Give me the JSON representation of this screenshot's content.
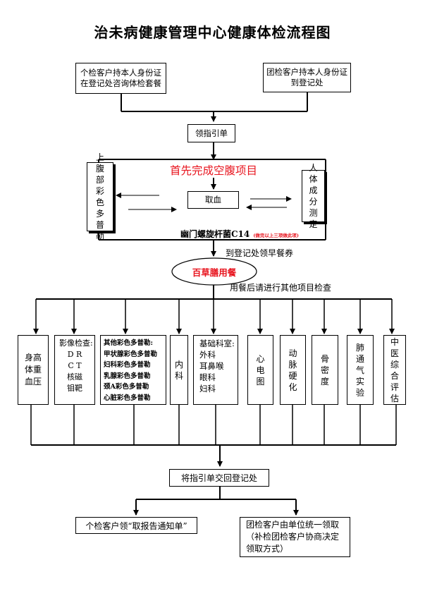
{
  "title": "治未病健康管理中心健康体检流程图",
  "start": {
    "individual": [
      "个检客户持本人身份证",
      "在登记处咨询体检套餐"
    ],
    "group": [
      "团检客户持本人身份证",
      "到登记处"
    ]
  },
  "guide_form": "领指引单",
  "fasting": {
    "heading": "首先完成空腹项目",
    "left_exam": "上腹部彩色多普勒",
    "right_exam": "人体成分测定",
    "blood": "取血",
    "c14_label": "幽门螺旋杆菌C14",
    "c14_note": "(做完以上三项做此项)"
  },
  "breakfast_coupon": "到登记处领早餐券",
  "meal": "百草膳用餐",
  "after_meal": "用餐后请进行其他项目检查",
  "exams": {
    "basic": [
      "身高",
      "体重",
      "血压"
    ],
    "imaging": [
      "影像检查:",
      "D R",
      "C T",
      "核磁",
      "钼靶"
    ],
    "doppler": [
      "其他彩色多普勒:",
      "甲状腺彩色多普勒",
      "妇科彩色多普勒",
      "乳腺彩色多普勒",
      "颈A彩色多普勒",
      "心脏彩色多普勒"
    ],
    "internal": "内科",
    "basic_dept": [
      "基础科室:",
      "外科",
      "耳鼻喉",
      "眼科",
      "妇科"
    ],
    "ecg": "心电图",
    "arterial": "动脉硬化",
    "bone": "骨密度",
    "lung": "肺通气实验",
    "tcm": "中医综合评估"
  },
  "return_form": "将指引单交回登记处",
  "end": {
    "individual": "个检客户领“取报告通知单”",
    "group": [
      "团检客户由单位统一领取",
      "（补检团检客户协商决定",
      "领取方式）"
    ]
  }
}
